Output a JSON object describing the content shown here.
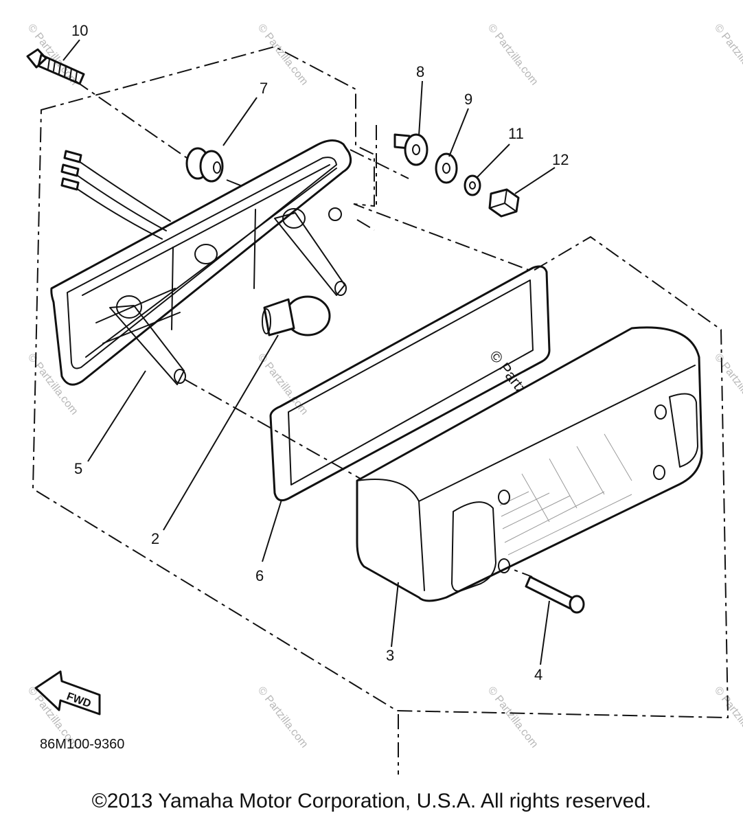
{
  "callouts": {
    "c1": "10",
    "c2": "7",
    "c3": "8",
    "c4": "9",
    "c5": "11",
    "c6": "12",
    "c7": "5",
    "c8": "2",
    "c9": "6",
    "c10": "3",
    "c11": "4"
  },
  "fwd_label": "FWD",
  "diagram_code": "86M100-9360",
  "watermark": "© Partzilla.com",
  "copyright": "©2013 Yamaha Motor Corporation, U.S.A. All rights reserved."
}
